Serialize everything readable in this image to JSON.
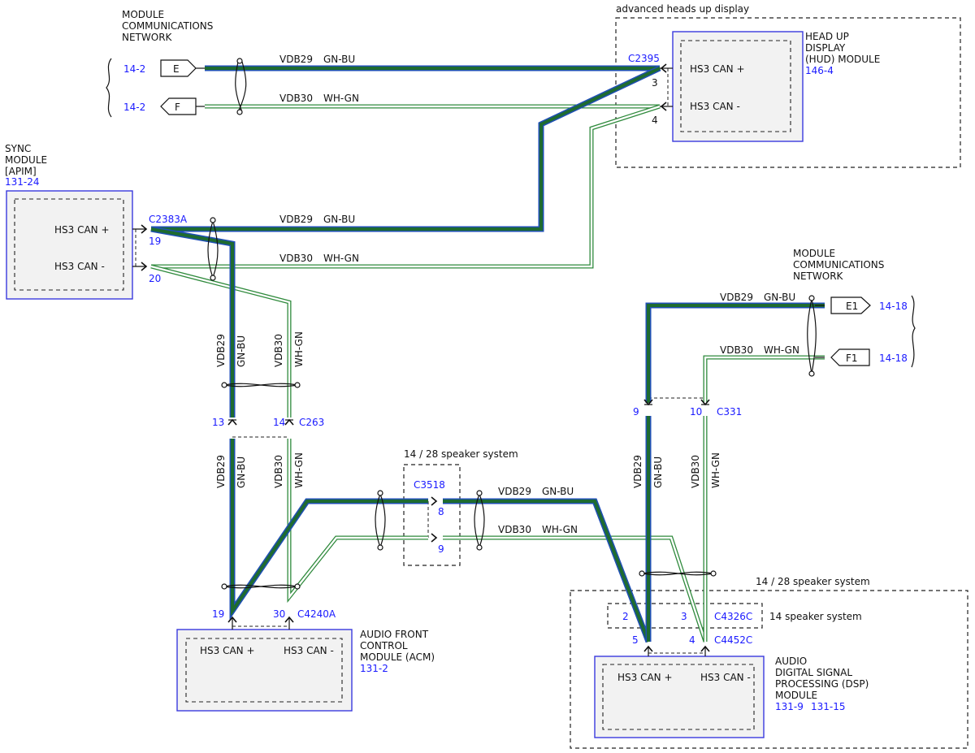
{
  "colors": {
    "gn_bu_outer": "#1f4fb5",
    "gn_bu_inner": "#1e6b30",
    "wh_gn_outer": "#2f8a3c",
    "wh_gn_inner": "#ffffff",
    "module_border": "#3a3adf",
    "module_fill": "#f2f2f2",
    "ref_text": "#1a1aff"
  },
  "labels": {
    "mcn_top": [
      "MODULE",
      "COMMUNICATIONS",
      "NETWORK"
    ],
    "mcn_right": [
      "MODULE",
      "COMMUNICATIONS",
      "NETWORK"
    ],
    "hud_system": "advanced heads up display",
    "speaker_system_top": "14 / 28 speaker system",
    "speaker_system_bottom": "14 / 28 speaker system",
    "speaker_14": "14 speaker system"
  },
  "connectors_off_page": {
    "E": {
      "label": "E",
      "ref": "14-2"
    },
    "F": {
      "label": "F",
      "ref": "14-2"
    },
    "E1": {
      "label": "E1",
      "ref": "14-18"
    },
    "F1": {
      "label": "F1",
      "ref": "14-18"
    }
  },
  "modules": {
    "hud": {
      "name": [
        "HEAD UP",
        "DISPLAY",
        "(HUD) MODULE"
      ],
      "ref": "146-4",
      "pin_plus": "HS3 CAN +",
      "pin_minus": "HS3 CAN -"
    },
    "sync": {
      "name": [
        "SYNC",
        "MODULE",
        "[APIM]"
      ],
      "ref": "131-24",
      "pin_plus": "HS3 CAN +",
      "pin_minus": "HS3 CAN -"
    },
    "acm": {
      "name": [
        "AUDIO FRONT",
        "CONTROL",
        "MODULE (ACM)"
      ],
      "ref": "131-2",
      "pin_plus": "HS3 CAN +",
      "pin_minus": "HS3 CAN -"
    },
    "dsp": {
      "name": [
        "AUDIO",
        "DIGITAL SIGNAL",
        "PROCESSING (DSP)",
        "MODULE"
      ],
      "ref1": "131-9",
      "ref2": "131-15",
      "pin_plus": "HS3 CAN +",
      "pin_minus": "HS3 CAN -"
    }
  },
  "connectors": {
    "c2395": {
      "name": "C2395",
      "pin_a": "3",
      "pin_b": "4"
    },
    "c2383a": {
      "name": "C2383A",
      "pin_a": "19",
      "pin_b": "20"
    },
    "c263": {
      "name": "C263",
      "pin_a": "13",
      "pin_b": "14"
    },
    "c3518": {
      "name": "C3518",
      "pin_a": "8",
      "pin_b": "9"
    },
    "c4240a": {
      "name": "C4240A",
      "pin_a": "19",
      "pin_b": "30"
    },
    "c331": {
      "name": "C331",
      "pin_a": "9",
      "pin_b": "10"
    },
    "c4326c": {
      "name": "C4326C",
      "pin_a": "2",
      "pin_b": "3"
    },
    "c4452c": {
      "name": "C4452C",
      "pin_a": "5",
      "pin_b": "4"
    }
  },
  "wires": {
    "vdb29": {
      "circuit": "VDB29",
      "color": "GN-BU"
    },
    "vdb30": {
      "circuit": "VDB30",
      "color": "WH-GN"
    }
  }
}
